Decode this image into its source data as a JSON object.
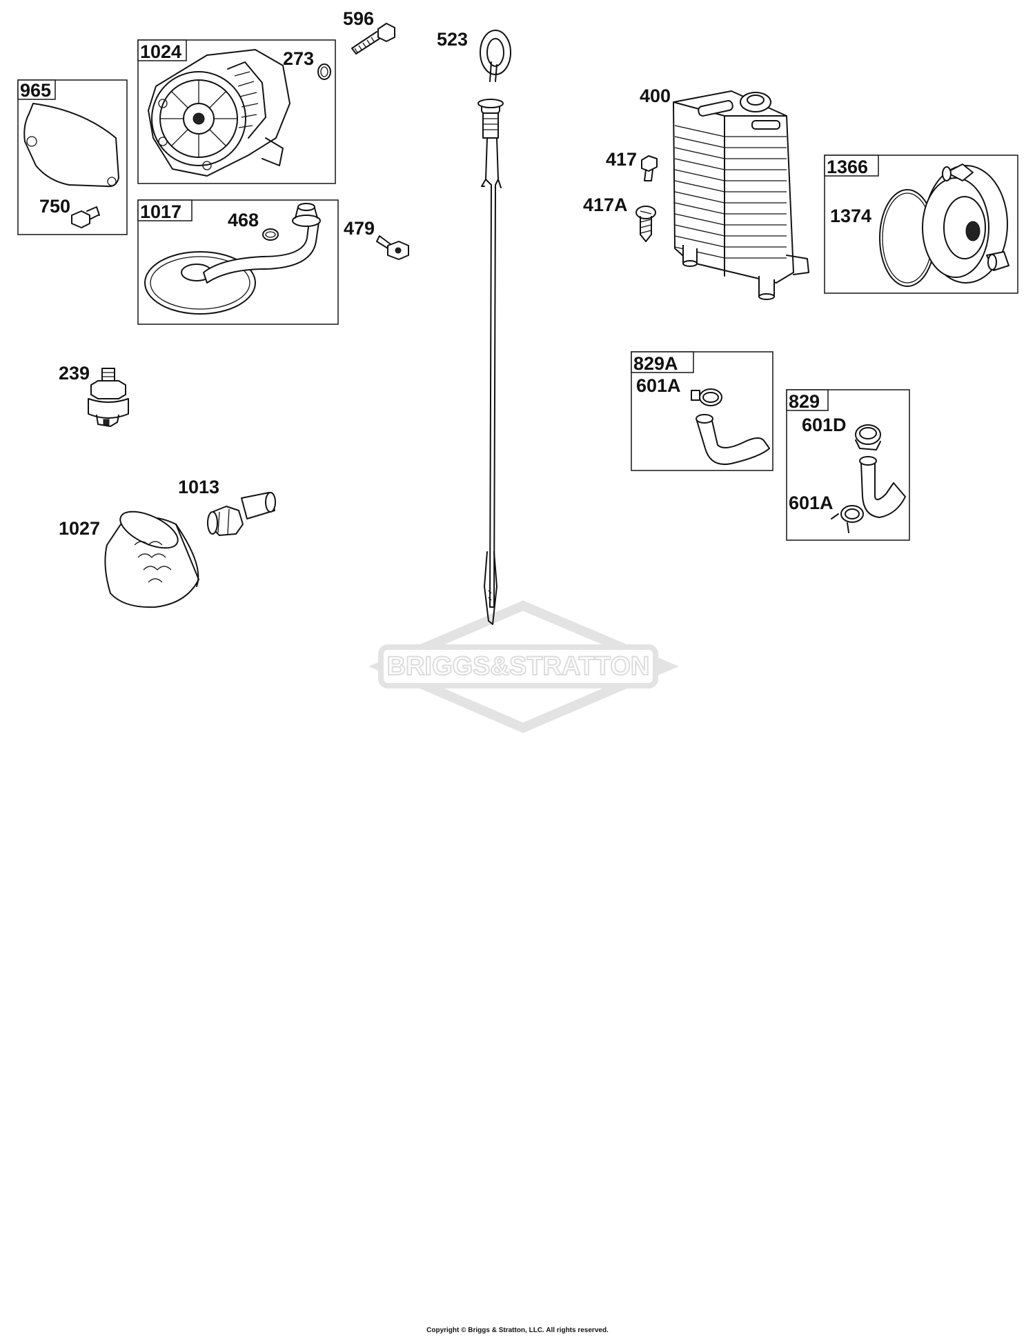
{
  "callouts": {
    "p965": "965",
    "p750": "750",
    "p1024": "1024",
    "p273": "273",
    "p596": "596",
    "p523": "523",
    "p1017": "1017",
    "p468": "468",
    "p479": "479",
    "p239": "239",
    "p1013": "1013",
    "p1027": "1027",
    "p400": "400",
    "p417": "417",
    "p417a": "417A",
    "p1366": "1366",
    "p1374": "1374",
    "p829a": "829A",
    "p601a_1": "601A",
    "p829": "829",
    "p601d": "601D",
    "p601a_2": "601A"
  },
  "watermark": "BRIGGS&STRATTON",
  "footer": {
    "copyright": "Copyright © Briggs & Stratton, LLC. All rights reserved."
  },
  "colors": {
    "line": "#111111",
    "watermark": "#d9d9d9",
    "background": "#ffffff"
  }
}
